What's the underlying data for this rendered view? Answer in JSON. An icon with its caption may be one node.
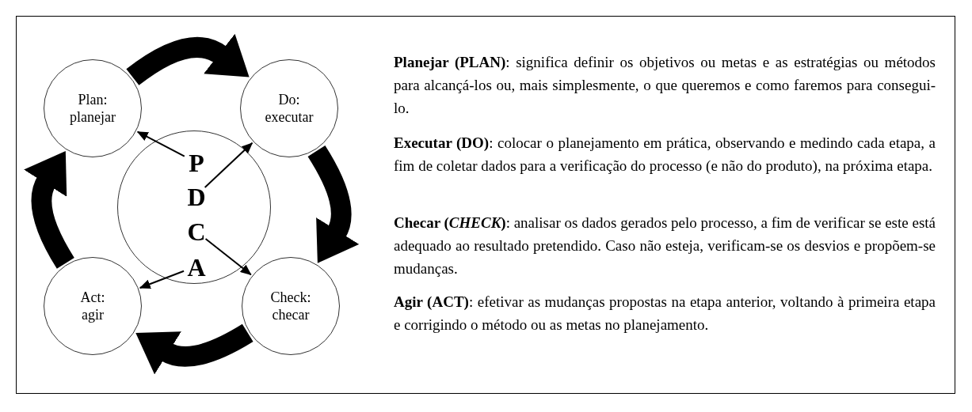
{
  "diagram": {
    "nodes": [
      {
        "text": [
          "Plan: planejar"
        ]
      },
      {
        "text": [
          "Do: executar"
        ]
      },
      {
        "text": [],
        "shape": "circle"
      },
      {
        "text": [
          "P"
        ],
        "in": 2
      },
      {
        "text": [
          "D"
        ],
        "in": 2
      },
      {
        "text": [
          "C"
        ],
        "in": 2
      },
      {
        "text": [
          "A"
        ],
        "in": 2
      },
      {
        "text": [
          "Act: agir"
        ]
      },
      {
        "text": [
          "Check: checar"
        ]
      }
    ],
    "edges": [
      {
        "from": 0,
        "to": 1,
        "arrow": "to",
        "style": "thick"
      },
      {
        "from": 1,
        "to": 8,
        "arrow": "to",
        "style": "thick"
      },
      {
        "from": 8,
        "to": 7,
        "arrow": "to",
        "style": "thick"
      },
      {
        "from": 7,
        "to": 0,
        "arrow": "to",
        "style": "thick"
      },
      {
        "from": 3,
        "to": 0,
        "arrow": "to"
      },
      {
        "from": 4,
        "to": 1,
        "arrow": "to"
      },
      {
        "from": 5,
        "to": 8,
        "arrow": "to"
      },
      {
        "from": 6,
        "to": 7,
        "arrow": "to"
      }
    ],
    "labels": [
      "**Planejar (PLAN)**: significa definir os objetivos ou metas e as estratégias ou métodos para alcançá-los ou, mais simplesmente, o que queremos e como faremos para consegui-lo.",
      "**Executar (DO)**: colocar o planejamento em prática, observando e medindo cada etapa, a fim de coletar dados para a verificação do processo (e não do produto), na próxima etapa.",
      "**Checar (*CHECK*)**: analisar os dados gerados pelo processo, a fim de verificar se este está adequado ao resultado pretendido. Caso não esteja, verificam-se os desvios e propõem-se mudanças.",
      "**Agir (ACT)**: efetivar as mudanças propostas na etapa anterior, voltando à primeira etapa e corrigindo o método ou as metas no planejamento."
    ]
  }
}
